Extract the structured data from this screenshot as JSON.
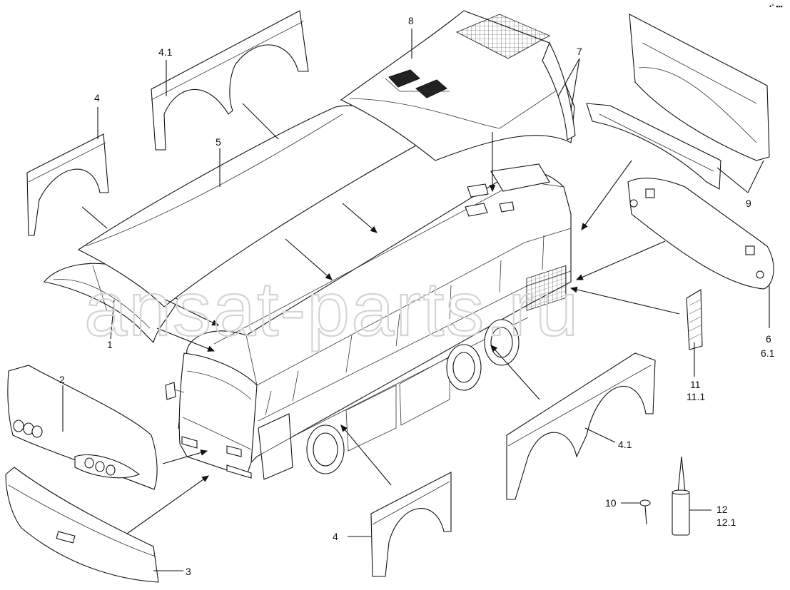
{
  "watermark": "ansat-parts.ru",
  "corner_mark": "•° ▪▪▪",
  "callouts": [
    {
      "id": "c1",
      "text": "1"
    },
    {
      "id": "c2",
      "text": "2"
    },
    {
      "id": "c3",
      "text": "3"
    },
    {
      "id": "c4a",
      "text": "4"
    },
    {
      "id": "c4b",
      "text": "4"
    },
    {
      "id": "c41a",
      "text": "4.1"
    },
    {
      "id": "c41b",
      "text": "4.1"
    },
    {
      "id": "c5",
      "text": "5"
    },
    {
      "id": "c6",
      "text": "6"
    },
    {
      "id": "c61",
      "text": "6.1"
    },
    {
      "id": "c7",
      "text": "7"
    },
    {
      "id": "c8",
      "text": "8"
    },
    {
      "id": "c9",
      "text": "9"
    },
    {
      "id": "c10",
      "text": "10"
    },
    {
      "id": "c11",
      "text": "11"
    },
    {
      "id": "c111",
      "text": "11.1"
    },
    {
      "id": "c12",
      "text": "12"
    },
    {
      "id": "c121",
      "text": "12.1"
    }
  ]
}
